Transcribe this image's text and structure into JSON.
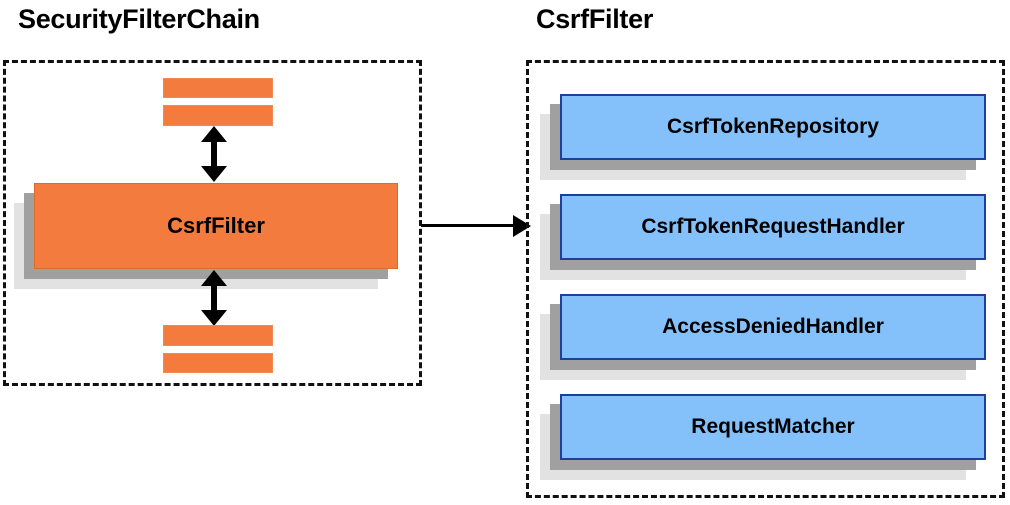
{
  "diagram": {
    "type": "component-collaboration-diagram",
    "panels": [
      {
        "id": "security-filter-chain",
        "title": "SecurityFilterChain",
        "border_style": "dashed",
        "nodes": [
          {
            "label": "CsrfFilter",
            "color": "#f27b3d",
            "shape": "shadowed-box"
          }
        ],
        "placeholder_bars": 4,
        "connectors": [
          {
            "kind": "double-arrow",
            "orientation": "vertical",
            "position": "above-CsrfFilter"
          },
          {
            "kind": "double-arrow",
            "orientation": "vertical",
            "position": "below-CsrfFilter"
          }
        ]
      },
      {
        "id": "csrf-filter",
        "title": "CsrfFilter",
        "border_style": "dashed",
        "nodes": [
          {
            "label": "CsrfTokenRepository",
            "color": "#84c1fa",
            "shape": "shadowed-box"
          },
          {
            "label": "CsrfTokenRequestHandler",
            "color": "#84c1fa",
            "shape": "shadowed-box"
          },
          {
            "label": "AccessDeniedHandler",
            "color": "#84c1fa",
            "shape": "shadowed-box"
          },
          {
            "label": "RequestMatcher",
            "color": "#84c1fa",
            "shape": "shadowed-box"
          }
        ]
      }
    ],
    "cross_panel_connector": {
      "kind": "single-arrow",
      "orientation": "horizontal",
      "direction": "left-to-right",
      "from": "CsrfFilter",
      "to": "csrf-filter-panel"
    },
    "colors": {
      "orange_fill": "#f27b3d",
      "orange_border": "#e06a2c",
      "blue_fill": "#84c1fa",
      "blue_border": "#1f3f9e",
      "shadow_dark": "#a0a0a0",
      "shadow_light": "#e2e2e2",
      "outline": "#111111",
      "background": "#ffffff"
    }
  }
}
